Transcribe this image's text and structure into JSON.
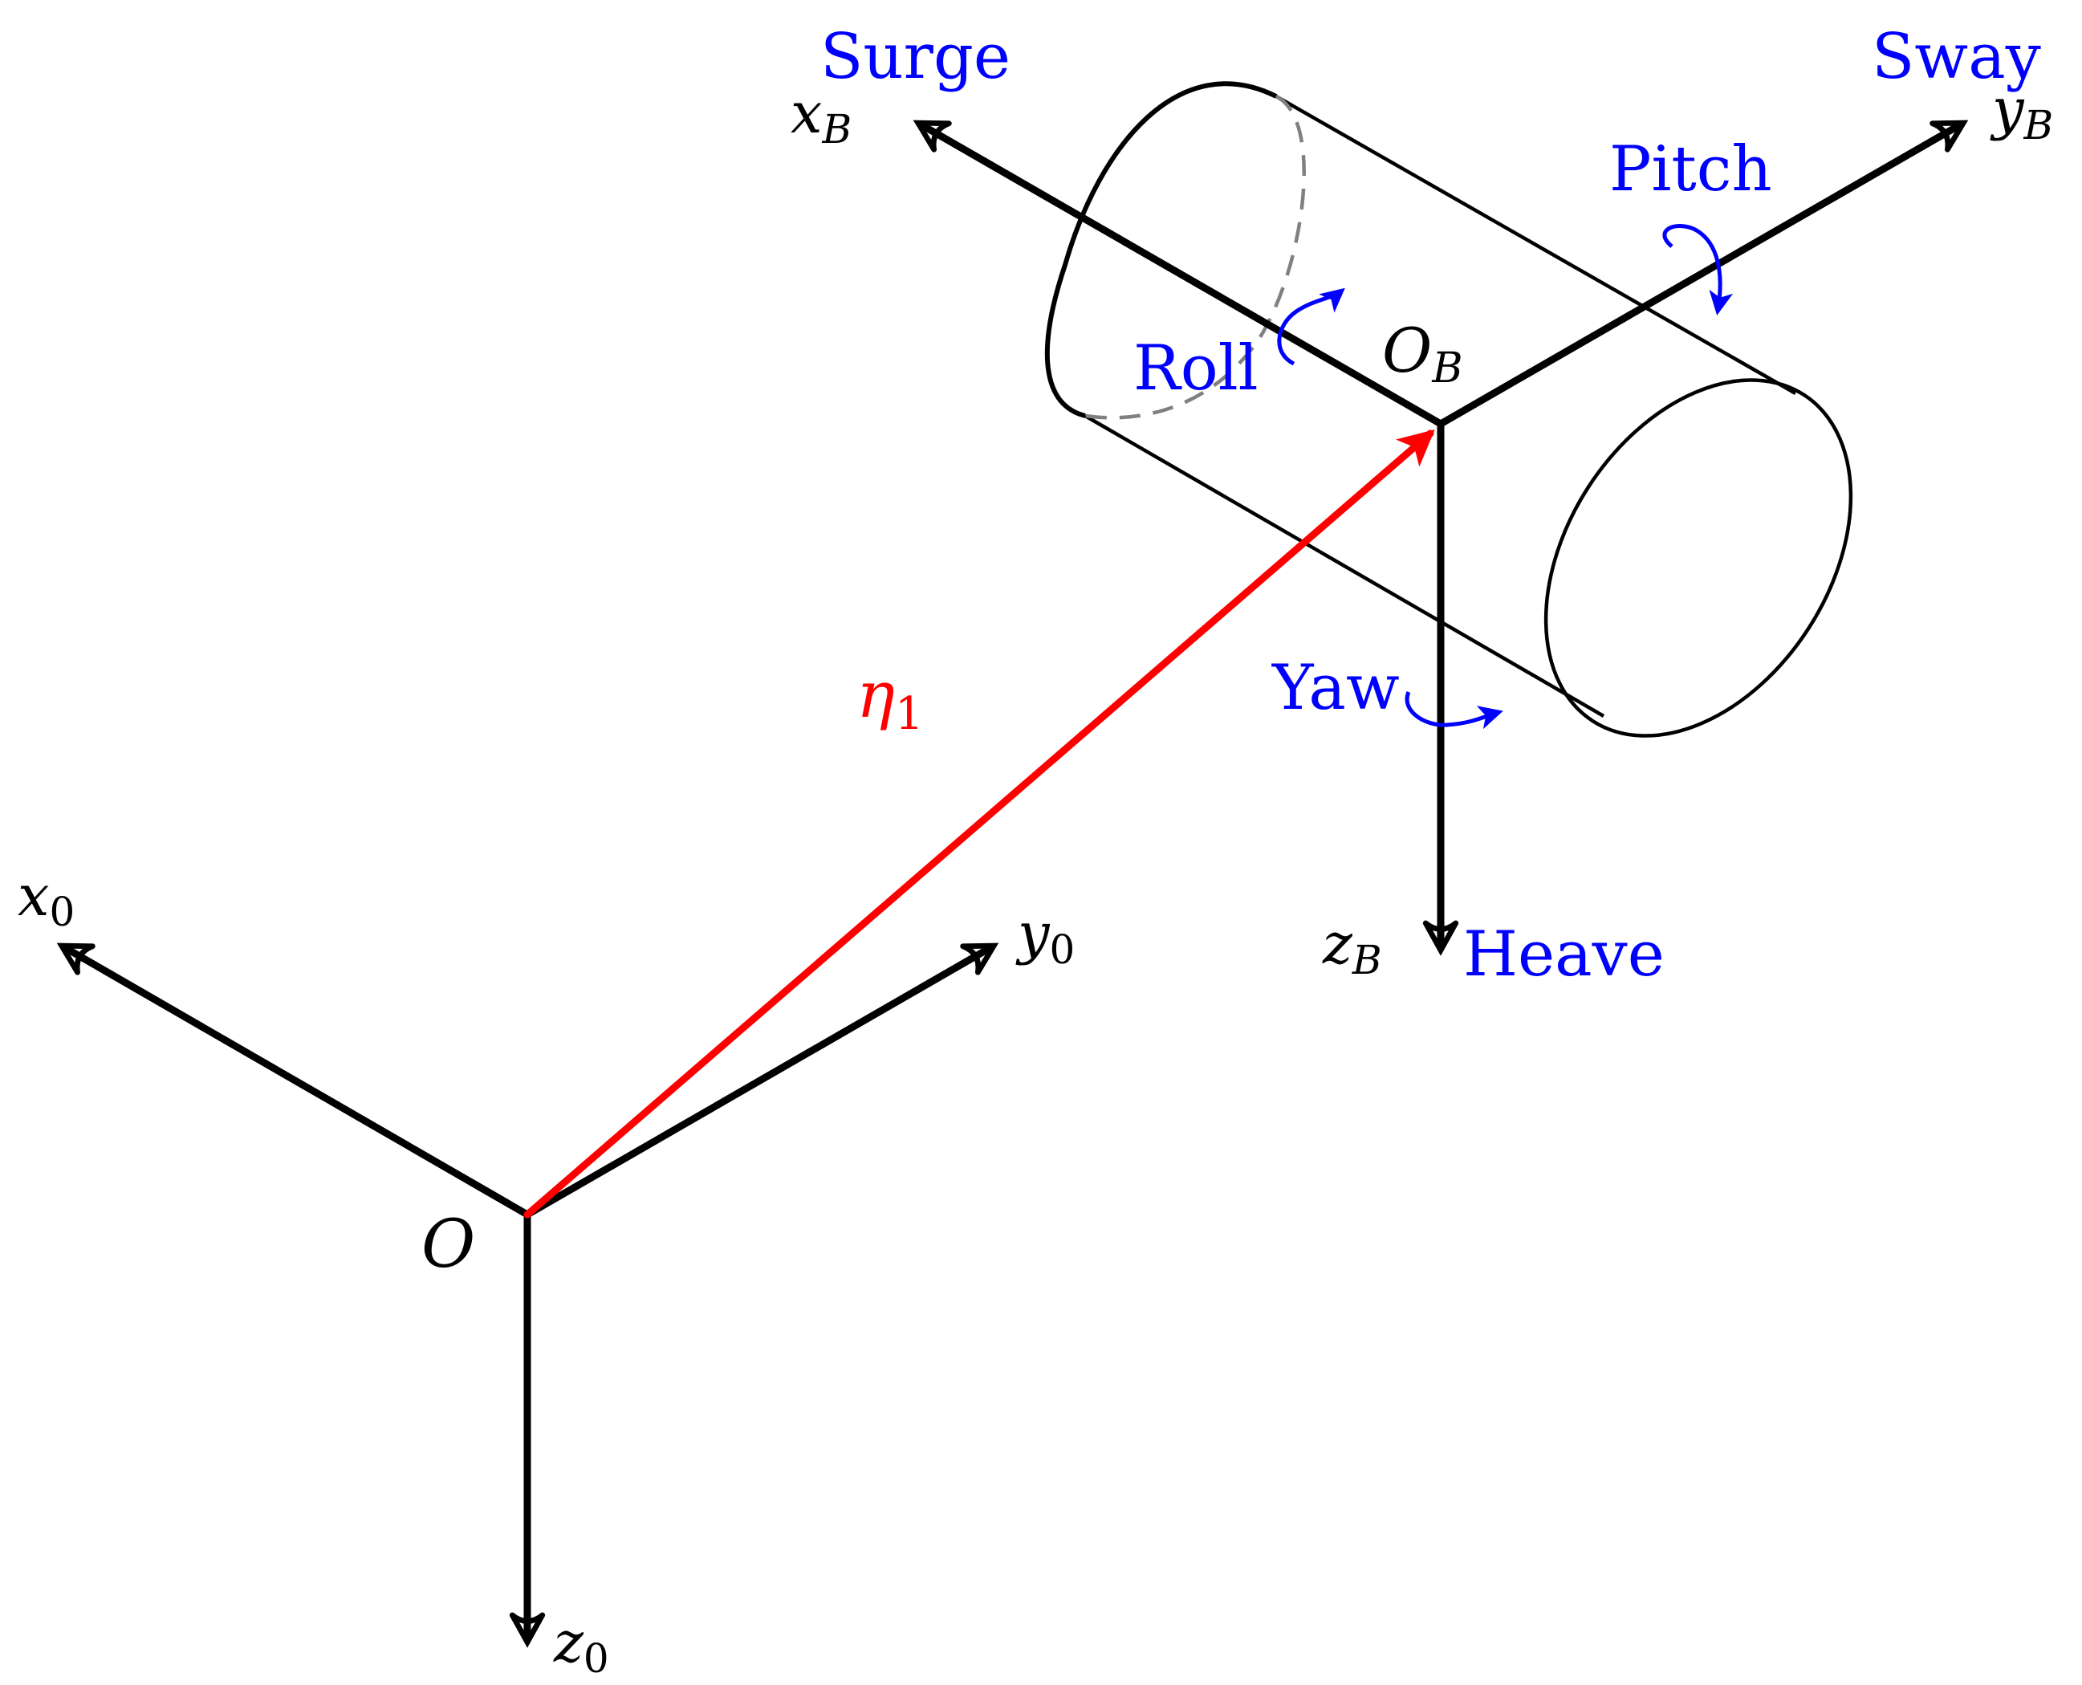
{
  "colors": {
    "axis": "#000000",
    "motion_label": "#0000ff",
    "position_vector": "#ff0000",
    "hidden_edge": "#808080"
  },
  "inertial_frame": {
    "origin": "O",
    "x_axis": {
      "base": "x",
      "sub": "0"
    },
    "y_axis": {
      "base": "y",
      "sub": "0"
    },
    "z_axis": {
      "base": "z",
      "sub": "0"
    }
  },
  "body_frame": {
    "origin": {
      "base": "O",
      "sub": "B"
    },
    "x_axis": {
      "base": "x",
      "sub": "B"
    },
    "y_axis": {
      "base": "y",
      "sub": "B"
    },
    "z_axis": {
      "base": "z",
      "sub": "B"
    }
  },
  "position_vector": {
    "base": "η",
    "sub": "1"
  },
  "motions": {
    "surge": "Surge",
    "sway": "Sway",
    "heave": "Heave",
    "roll": "Roll",
    "pitch": "Pitch",
    "yaw": "Yaw"
  }
}
